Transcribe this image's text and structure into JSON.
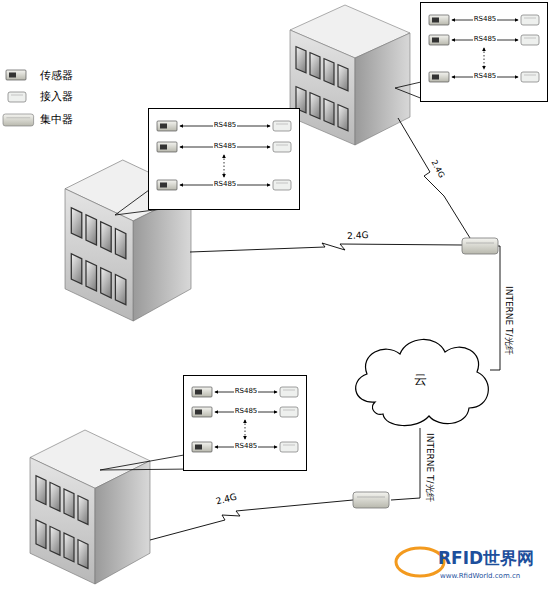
{
  "diagram": {
    "nodes": [
      {
        "text": [
          "RS485",
          "RS485",
          "RS485"
        ]
      },
      {
        "text": [
          "RS485",
          "RS485",
          "RS485"
        ]
      },
      {
        "text": [
          "云"
        ]
      },
      {
        "text": [
          "RS485",
          "RS485",
          "RS485"
        ]
      }
    ],
    "labels": [
      "2.4G",
      "2.4G",
      "INTERNE T/光纤",
      "INTERNE T/光纤",
      "2.4G",
      "RFID世界网",
      "www.RfidWorld.com.cn"
    ],
    "legend": [
      {
        "text": "传感器"
      },
      {
        "text": "接入器"
      },
      {
        "text": "集中器"
      }
    ]
  }
}
